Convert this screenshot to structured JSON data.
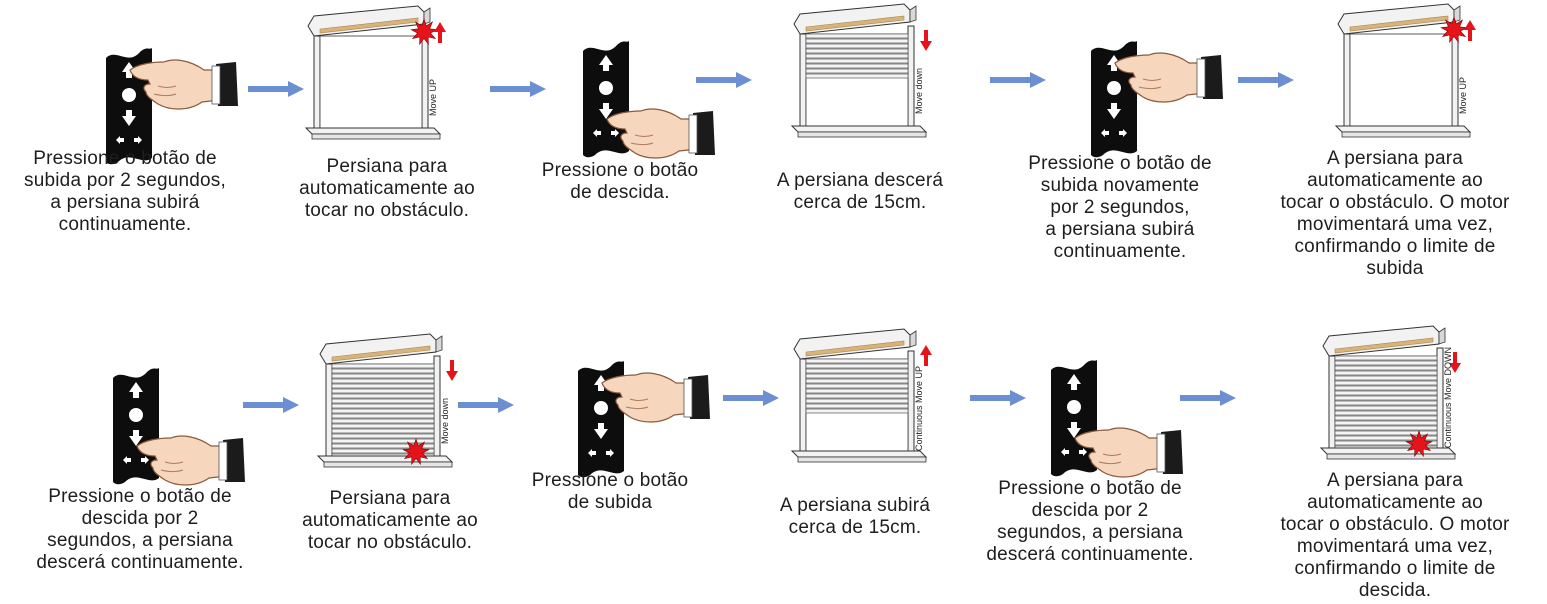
{
  "colors": {
    "arrow": "#6b8fd0",
    "marker": "#e5141b",
    "remote": "#0d0d0d",
    "rail": "#d8b47a",
    "frame": "#f2f2f2",
    "outline": "#333333"
  },
  "icons": {
    "remote": "remote-control-icon",
    "hand": "pointing-hand-icon",
    "window": "roller-shutter-window-icon",
    "flow_arrow": "right-arrow-icon",
    "obstacle": "collision-star-icon",
    "direction": "red-direction-arrow-icon"
  },
  "row1": [
    {
      "kind": "remote",
      "press": "up",
      "caption": "Pressione o botão de\nsubida por 2 segundos,\na persiana subirá\ncontinuamente."
    },
    {
      "kind": "window",
      "shutter": 0,
      "star": "top",
      "label": "Move UP",
      "dir": "up",
      "caption": "Persiana para\nautomaticamente ao\ntocar no obstáculo."
    },
    {
      "kind": "remote",
      "press": "down",
      "caption": "Pressione o botão\nde descida."
    },
    {
      "kind": "window",
      "shutter": 0.45,
      "star": "",
      "label": "Move down",
      "dir": "down",
      "caption": "A persiana descerá\ncerca de 15cm."
    },
    {
      "kind": "remote",
      "press": "up",
      "caption": "Pressione o botão de\nsubida  novamente\npor 2 segundos,\na persiana subirá\ncontinuamente."
    },
    {
      "kind": "window",
      "shutter": 0,
      "star": "top",
      "label": "Move UP",
      "dir": "up",
      "caption": "A persiana para\nautomaticamente ao\ntocar o obstáculo. O motor\nmovimentará uma vez,\nconfirmando o limite de\nsubida"
    }
  ],
  "row2": [
    {
      "kind": "remote",
      "press": "down",
      "caption": "Pressione o botão de\ndescida por 2\nsegundos, a persiana\ndescerá continuamente."
    },
    {
      "kind": "window",
      "shutter": 1,
      "star": "bottom",
      "label": "Move down",
      "dir": "down",
      "caption": "Persiana para\nautomaticamente ao\ntocar no obstáculo."
    },
    {
      "kind": "remote",
      "press": "up",
      "caption": "Pressione o botão\nde subida"
    },
    {
      "kind": "window",
      "shutter": 0.55,
      "star": "",
      "label": "Continuous Move UP",
      "dir": "up",
      "caption": "A persiana subirá\ncerca de 15cm."
    },
    {
      "kind": "remote",
      "press": "down",
      "caption": "Pressione o botão de\ndescida por 2\nsegundos, a persiana\ndescerá continuamente."
    },
    {
      "kind": "window",
      "shutter": 1,
      "star": "bottom",
      "label": "Continuous Move DOWN",
      "dir": "down",
      "caption": "A persiana para\nautomaticamente ao\ntocar o obstáculo. O motor\nmovimentará uma vez,\nconfirmando o limite de\ndescida."
    }
  ]
}
